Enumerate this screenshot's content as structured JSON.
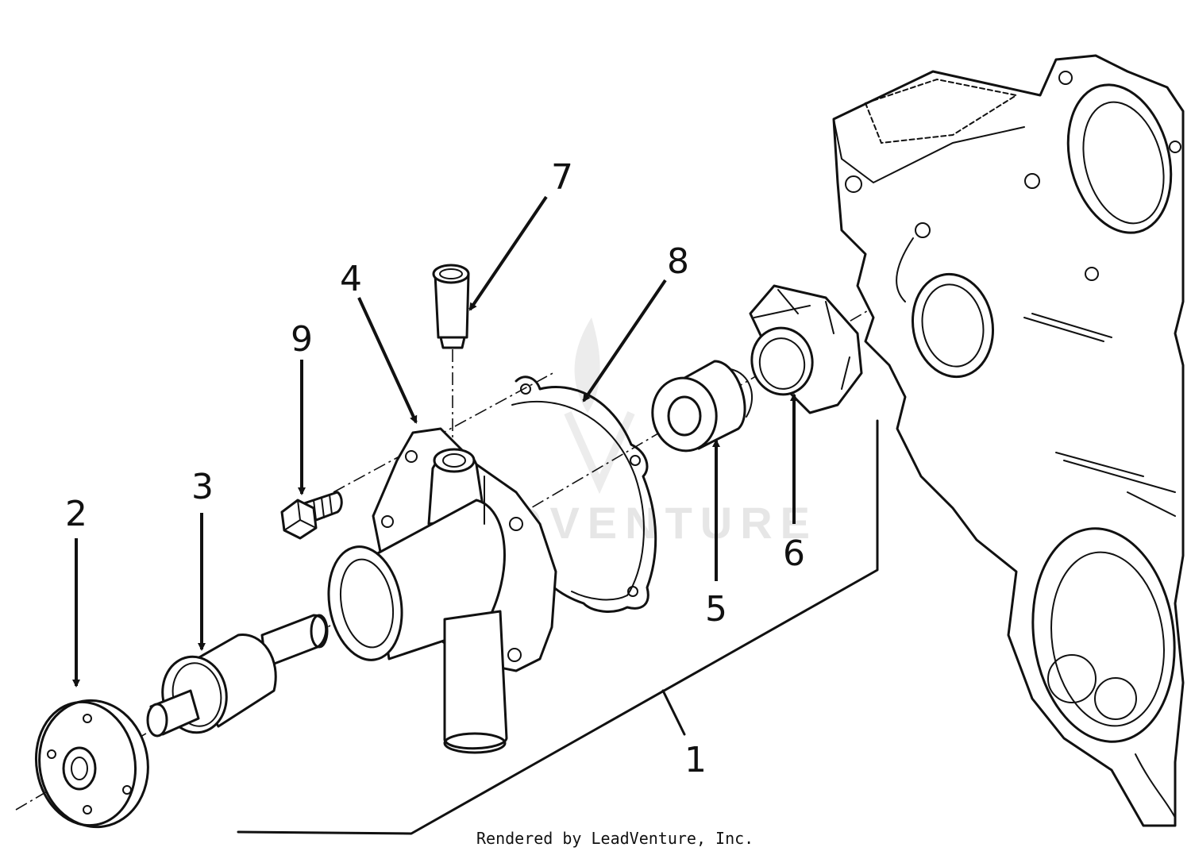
{
  "diagram": {
    "callouts": [
      {
        "id": "1",
        "label": "1"
      },
      {
        "id": "2",
        "label": "2"
      },
      {
        "id": "3",
        "label": "3"
      },
      {
        "id": "4",
        "label": "4"
      },
      {
        "id": "5",
        "label": "5"
      },
      {
        "id": "6",
        "label": "6"
      },
      {
        "id": "7",
        "label": "7"
      },
      {
        "id": "8",
        "label": "8"
      },
      {
        "id": "9",
        "label": "9"
      }
    ],
    "watermark_text": "LEADVENTURE",
    "footer_text": "Rendered by LeadVenture, Inc.",
    "colors": {
      "ink": "#111111",
      "background": "#ffffff",
      "watermark": "#e6e6e6"
    }
  }
}
